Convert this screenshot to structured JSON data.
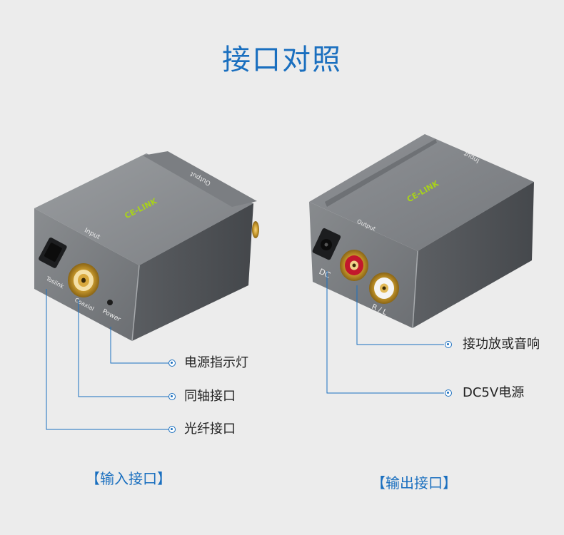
{
  "page": {
    "title": "接口对照",
    "accent_color": "#1a6fbf"
  },
  "left_device": {
    "caption": "【输入接口】",
    "brand": "CE-LINK",
    "panel_labels": {
      "input": "Input",
      "output": "Output",
      "toslink": "Toslink",
      "coaxial": "Coaxial",
      "power": "Power"
    },
    "callouts": [
      {
        "label": "电源指示灯",
        "icon": "target-dot-icon"
      },
      {
        "label": "同轴接口",
        "icon": "target-dot-icon"
      },
      {
        "label": "光纤接口",
        "icon": "target-dot-icon"
      }
    ]
  },
  "right_device": {
    "caption": "【输出接口】",
    "brand": "CE-LINK",
    "panel_labels": {
      "input": "Input",
      "output": "Output",
      "dc": "DC",
      "rl": "R / L"
    },
    "callouts": [
      {
        "label": "接功放或音响",
        "icon": "target-dot-icon"
      },
      {
        "label": "DC5V电源",
        "icon": "target-dot-icon"
      }
    ]
  }
}
